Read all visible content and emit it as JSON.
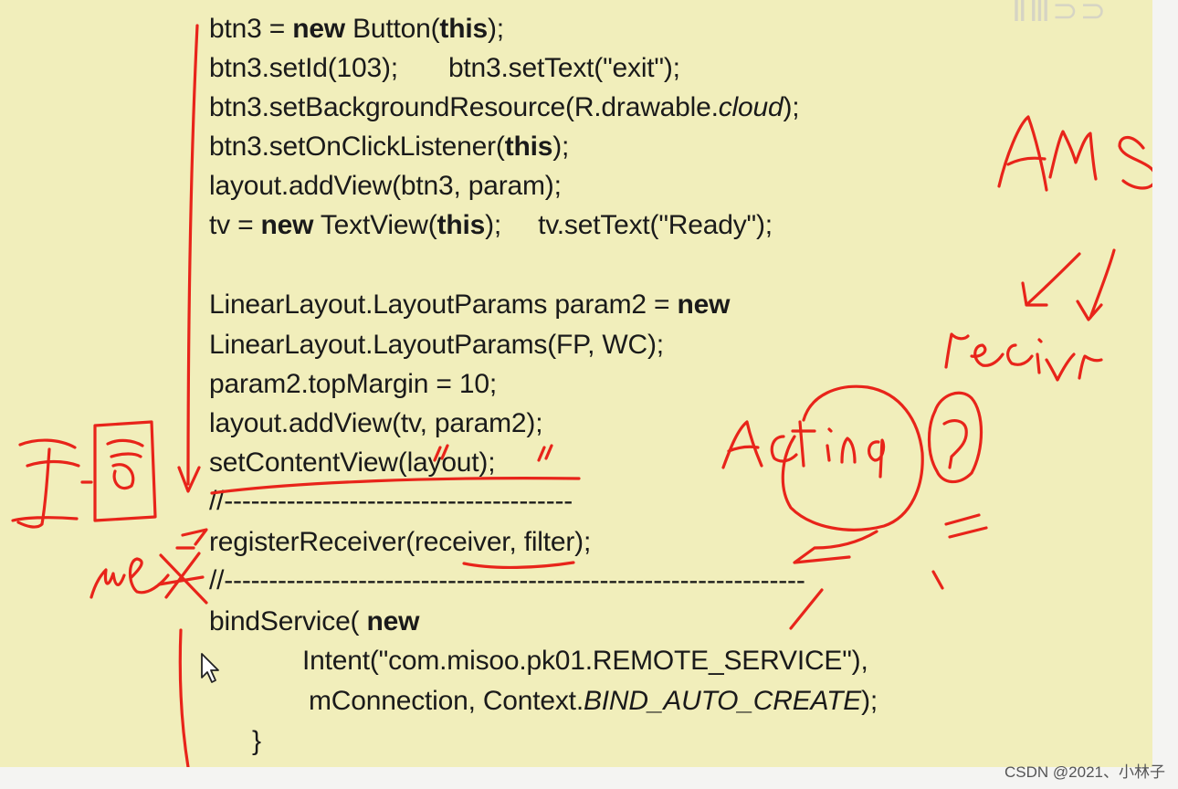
{
  "code_lines": {
    "l1": {
      "a": "btn3 = ",
      "b": "new",
      "c": " Button(",
      "d": "this",
      "e": ");"
    },
    "l2": {
      "a": "btn3.setId(103);",
      "b": "btn3.setText(\"exit\");"
    },
    "l3": {
      "a": "btn3.setBackgroundResource(R.drawable.",
      "b": "cloud",
      "c": ");"
    },
    "l4": {
      "a": "btn3.setOnClickListener(",
      "b": "this",
      "c": ");"
    },
    "l5": "layout.addView(btn3, param);",
    "l6": {
      "a": "tv = ",
      "b": "new",
      "c": " TextView(",
      "d": "this",
      "e": ");",
      "f": "tv.setText(\"Ready\");"
    },
    "l7": {
      "a": "LinearLayout.LayoutParams param2 = ",
      "b": "new"
    },
    "l8": "LinearLayout.LayoutParams(FP, WC);",
    "l9": "param2.topMargin = 10;",
    "l10": "layout.addView(tv, param2);",
    "l11": "setContentView(layout);",
    "l12": "//---------------------------------------",
    "l13": "registerReceiver(receiver, filter);",
    "l14": "//-----------------------------------------------------------------",
    "l15": {
      "a": "bindService( ",
      "b": "new"
    },
    "l16": "Intent(\"com.misoo.pk01.REMOTE_SERVICE\"),",
    "l17": {
      "a": "mConnection, Context.",
      "b": "BIND_AUTO_CREATE",
      "c": ");"
    },
    "l18": "}"
  },
  "handwriting": {
    "ams": "AMS",
    "receiver": "receivr",
    "action": "Acting",
    "question": "?",
    "me": "me"
  },
  "watermark": "CSDN @2021、小林子",
  "colors": {
    "slide_background": "#f1eebb",
    "ink": "#1a1a1a",
    "annotation": "#e8241a"
  }
}
